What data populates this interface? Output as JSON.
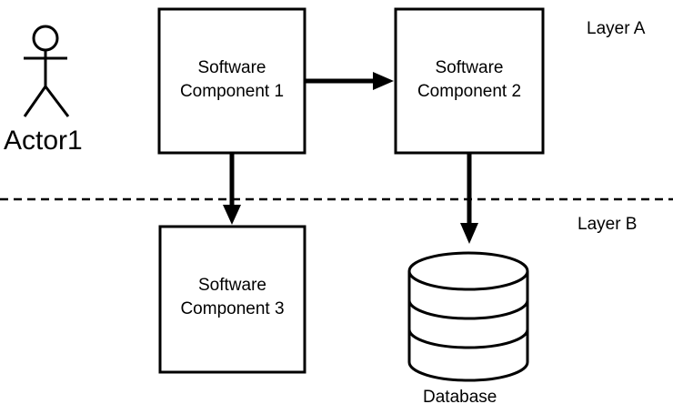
{
  "diagram": {
    "actor": {
      "label": "Actor1"
    },
    "layers": [
      {
        "label": "Layer A"
      },
      {
        "label": "Layer B"
      }
    ],
    "components": [
      {
        "line1": "Software",
        "line2": "Component 1"
      },
      {
        "line1": "Software",
        "line2": "Component 2"
      },
      {
        "line1": "Software",
        "line2": "Component 3"
      }
    ],
    "database": {
      "label": "Database"
    }
  },
  "colors": {
    "stroke": "#000000",
    "fill": "#ffffff"
  }
}
